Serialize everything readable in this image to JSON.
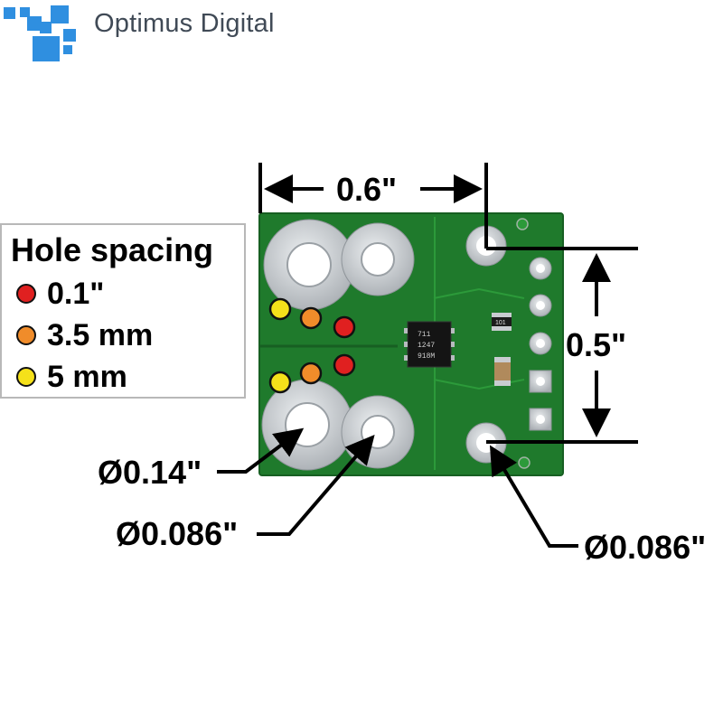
{
  "brand": {
    "name": "Optimus Digital",
    "logo_color": "#2f8fe0"
  },
  "legend": {
    "title": "Hole spacing",
    "items": [
      {
        "label": "0.1\"",
        "color": "#e02020"
      },
      {
        "label": "3.5 mm",
        "color": "#f08c2a"
      },
      {
        "label": "5 mm",
        "color": "#f5e11a"
      }
    ]
  },
  "chip": {
    "marking_lines": [
      "711",
      "1247",
      "918M"
    ]
  },
  "resistor": {
    "marking": "101"
  },
  "dimensions": {
    "width": "0.6\"",
    "height": "0.5\"",
    "large_hole": "Ø0.14\"",
    "small_hole": "Ø0.086\"",
    "mount_hole": "Ø0.086\""
  },
  "colors": {
    "board": "#1f7a2c",
    "board_light": "#2c9a3a",
    "pad": "#c8ccd0"
  }
}
